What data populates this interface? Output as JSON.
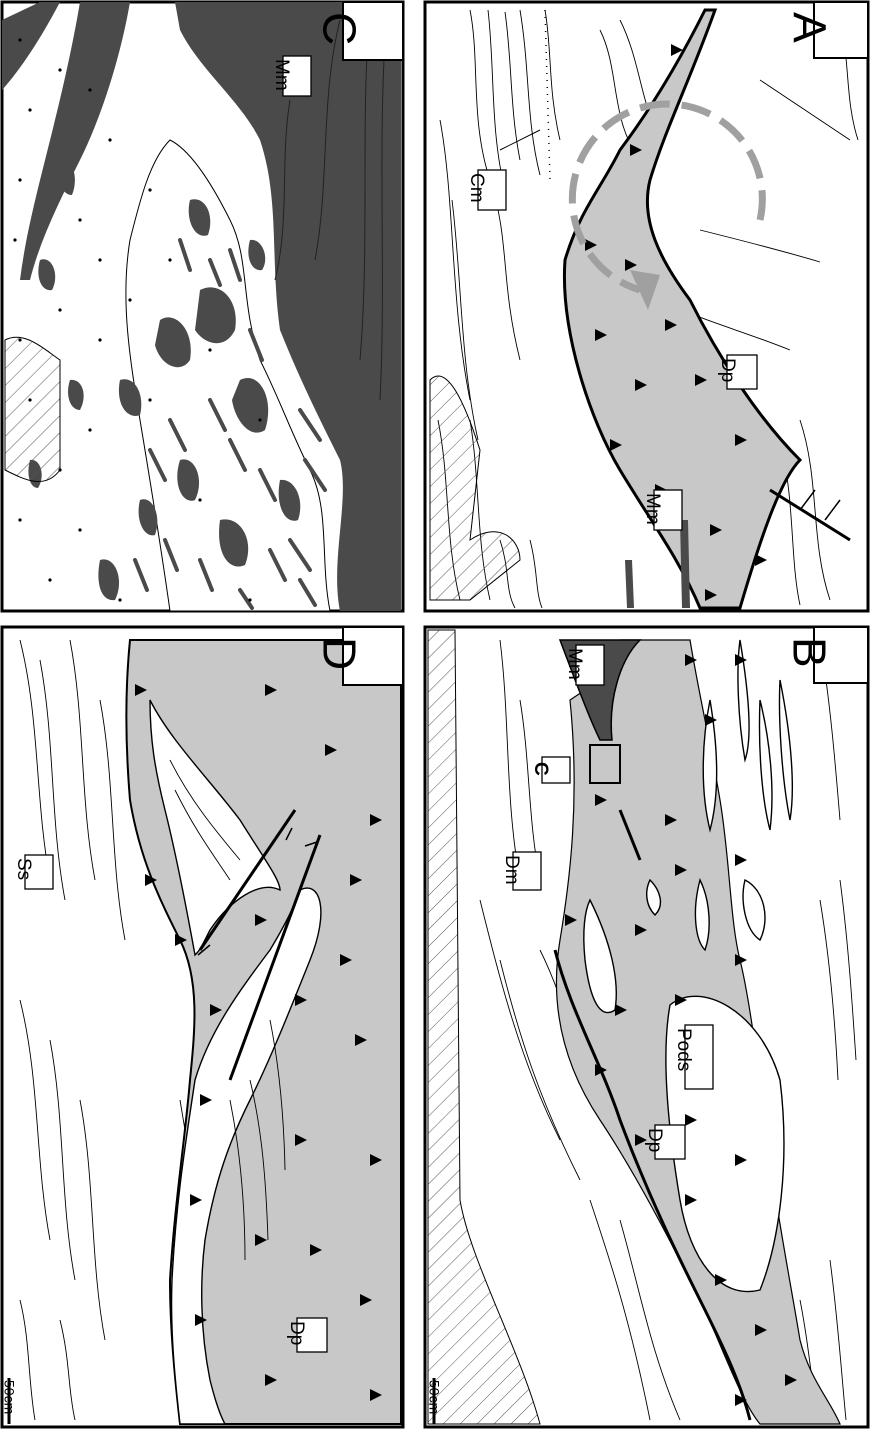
{
  "panels": [
    {
      "letter": "A",
      "labels": [
        "Dp",
        "Mm",
        "Cm"
      ]
    },
    {
      "letter": "B",
      "labels": [
        "Mm",
        "C",
        "Dm",
        "Pods",
        "Dp"
      ],
      "scale": "50cm"
    },
    {
      "letter": "C",
      "labels": [
        "Mm"
      ]
    },
    {
      "letter": "D",
      "labels": [
        "Ss",
        "Dp"
      ],
      "scale": "50cm"
    }
  ],
  "colors": {
    "gray_fill": "#c8c8c8",
    "dark_fill": "#4a4a4a",
    "line": "#000000",
    "rotation_arrow": "#a0a0a0"
  }
}
